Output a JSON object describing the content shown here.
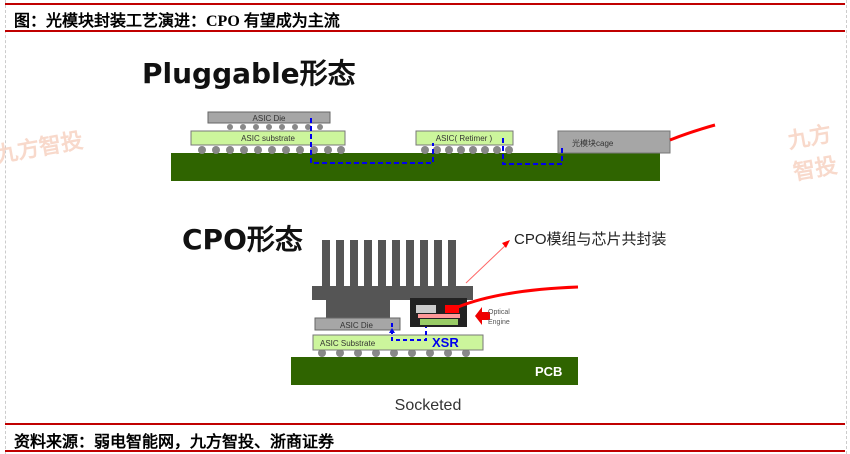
{
  "caption": "图：光模块封装工艺演进：CPO 有望成为主流",
  "source": "资料来源：弱电智能网，九方智投、浙商证券",
  "watermark": "九方智投",
  "pluggable": {
    "title": "Pluggable形态",
    "asic_die": "ASIC Die",
    "asic_substrate": "ASIC substrate",
    "retimer": "ASIC( Retimer )",
    "cage": "光模块cage"
  },
  "cpo": {
    "title": "CPO形态",
    "annotation": "CPO模组与芯片共封装",
    "asic_die": "ASIC Die",
    "asic_substrate": "ASIC Substrate",
    "xsr": "XSR",
    "optical_engine_1": "Optical",
    "optical_engine_2": "Engine",
    "pcb": "PCB",
    "socketed": "Socketed"
  }
}
